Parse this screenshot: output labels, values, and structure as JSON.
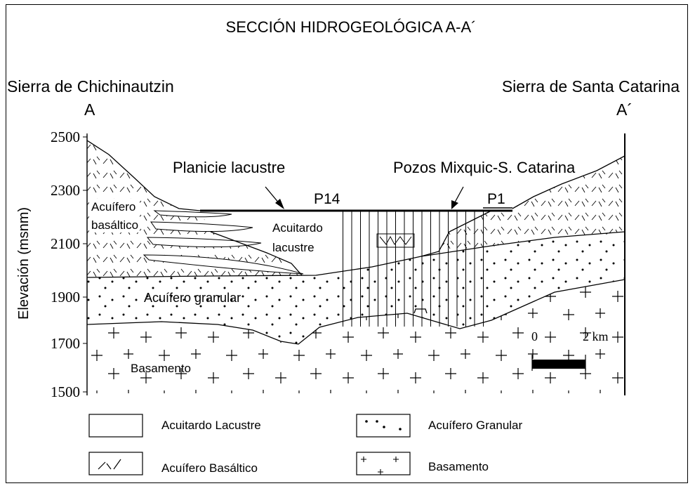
{
  "title": "SECCIÓN HIDROGEOLÓGICA   A-A´",
  "endpoints": {
    "left": {
      "name": "Sierra de Chichinautzin",
      "letter": "A"
    },
    "right": {
      "name": "Sierra de Santa Catarina",
      "letter": "A´"
    }
  },
  "axis": {
    "label": "Elevación (msnm)",
    "ticks": [
      "2500",
      "2300",
      "2100",
      "1900",
      "1700",
      "1500"
    ]
  },
  "annotations": {
    "planicie": "Planicie lacustre",
    "pozos": "Pozos Mixquic-S. Catarina",
    "p14": "P14",
    "p1": "P1"
  },
  "unit_labels": {
    "acuifero_basaltico": [
      "Acuífero",
      "basáltico"
    ],
    "acuitardo_lacustre": [
      "Acuitardo",
      "lacustre"
    ],
    "acuifero_granular": "Acuífero granular",
    "basamento": "Basamento"
  },
  "scale": {
    "start": "0",
    "end": "2 km"
  },
  "legend": [
    {
      "key": "lacustre",
      "label": "Acuitardo Lacustre"
    },
    {
      "key": "granular",
      "label": "Acuífero Granular"
    },
    {
      "key": "basaltico",
      "label": "Acuífero Basáltico"
    },
    {
      "key": "basamento",
      "label": "Basamento"
    }
  ]
}
